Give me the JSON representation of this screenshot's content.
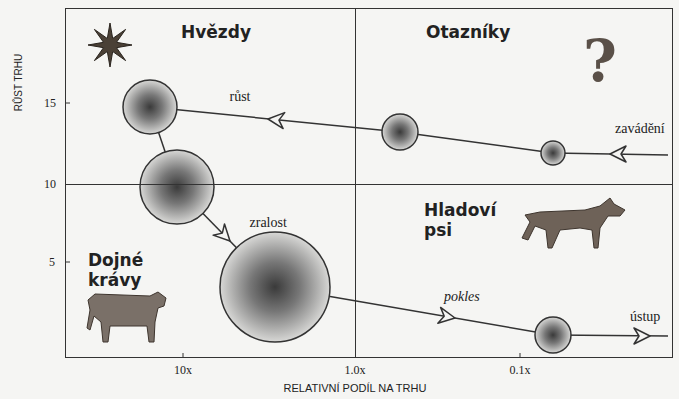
{
  "diagram": {
    "nodes": [
      {
        "text": [
          "Hvězdy"
        ]
      },
      {
        "text": [
          "Otazníky"
        ]
      },
      {
        "text": [
          "Dojné krávy"
        ]
      },
      {
        "text": [
          "Hladoví psi"
        ]
      }
    ],
    "labels": [
      "?",
      "růst",
      "zavádění",
      "zralost",
      "pokles",
      "ústup",
      "15",
      "10",
      "5",
      "10x",
      "1.0x",
      "0.1x",
      "RŮST TRHU",
      "RELATIVNÍ PODÍL NA TRHU"
    ]
  }
}
